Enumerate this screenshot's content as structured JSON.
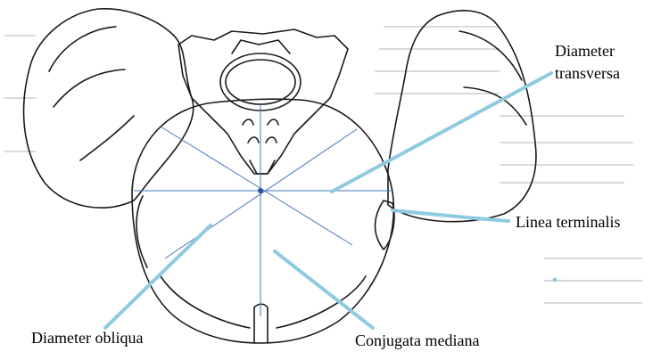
{
  "labels": {
    "diameter_transversa_line1": "Diameter",
    "diameter_transversa_line2": "transversa",
    "linea_terminalis": "Linea terminalis",
    "diameter_obliqua": "Diameter obliqua",
    "conjugata_mediana": "Conjugata mediana"
  },
  "colors": {
    "bone_outline": "#1a1a1a",
    "inner_lines": "#4a78b8",
    "pointer_lines": "#8fcbe0",
    "background": "#ffffff"
  }
}
